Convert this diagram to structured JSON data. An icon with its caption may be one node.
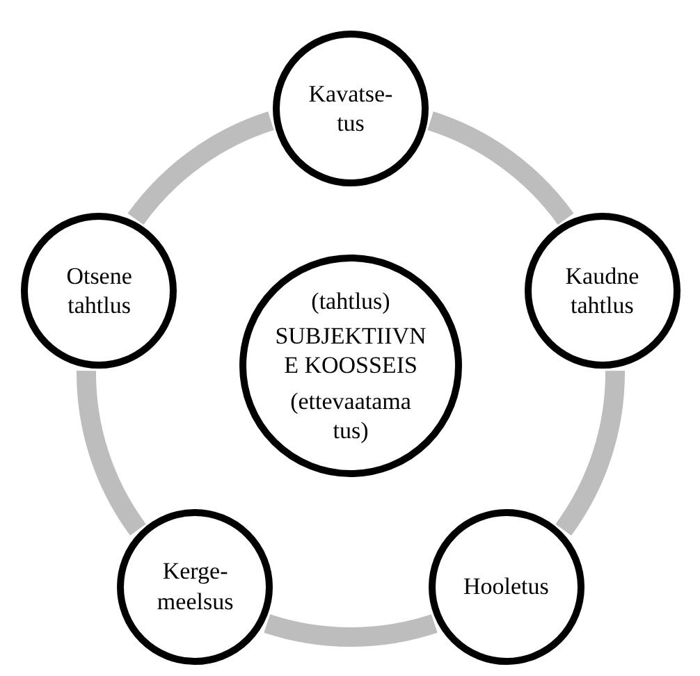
{
  "diagram": {
    "nodes": [
      {
        "text": [
          "Kavatse- tus"
        ]
      },
      {
        "text": [
          "Otsene tahtlus"
        ]
      },
      {
        "text": [
          "Kaudne tahtlus"
        ]
      },
      {
        "text": [
          "(tahtlus)",
          "SUBJEKTIIVN E KOOSSEIS",
          "(ettevaatama tus)"
        ]
      },
      {
        "text": [
          "Kerge- meelsus"
        ]
      },
      {
        "text": [
          "Hooletus"
        ]
      }
    ],
    "edges": [
      {
        "from": 0,
        "to": 2,
        "arrow": "none"
      },
      {
        "from": 2,
        "to": 5,
        "arrow": "none"
      },
      {
        "from": 5,
        "to": 4,
        "arrow": "none"
      },
      {
        "from": 4,
        "to": 1,
        "arrow": "none"
      },
      {
        "from": 1,
        "to": 0,
        "arrow": "none"
      }
    ]
  }
}
